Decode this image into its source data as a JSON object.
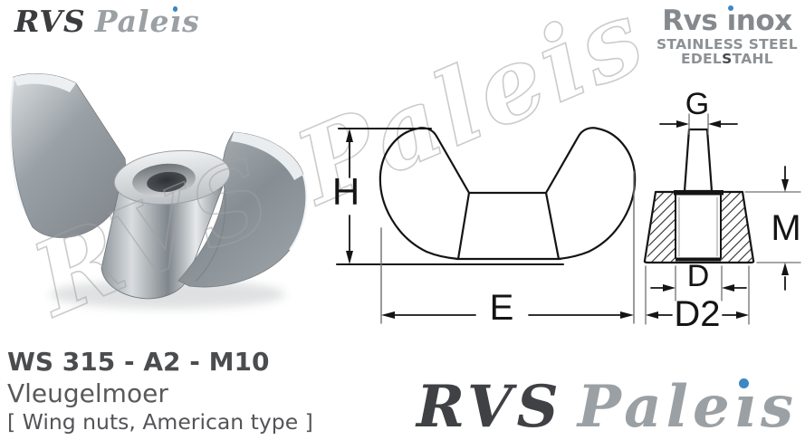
{
  "colors": {
    "accent_blue": "#3e86c5",
    "drawing_line": "#141414",
    "extension_line": "#707070",
    "logo_dark_gray": "#3b3c3e",
    "logo_light_gray": "#9ba0a4"
  },
  "header_logo": {
    "primary": "RVS",
    "secondary_text": "Paleis",
    "secondary_pre": "Pale",
    "secondary_i": "ı",
    "secondary_post": "s"
  },
  "inox_logo": {
    "line1_text": "Rvs inox",
    "line1_pre": "Rvs ",
    "line1_i": "ı",
    "line1_post": "nox",
    "line2": "STAINLESS STEEL",
    "line3_text": "EDELSTAHL",
    "line3_pre": "EDEL",
    "line3_bold": "S",
    "line3_post": "TAHL"
  },
  "watermark": {
    "text": "RVS Paleis"
  },
  "dimensions": {
    "height": "H",
    "width": "E",
    "wing_thickness": "G",
    "body_height": "M",
    "bore": "D",
    "base": "D2"
  },
  "product": {
    "code": "WS 315 - A2 - M10",
    "name_nl": "Vleugelmoer",
    "name_en": "[ Wing nuts, American type ]"
  },
  "footer_logo": {
    "primary": "RVS",
    "secondary_text": "Paleis",
    "secondary_pre": "Pale",
    "secondary_i": "ı",
    "secondary_post": "s"
  }
}
